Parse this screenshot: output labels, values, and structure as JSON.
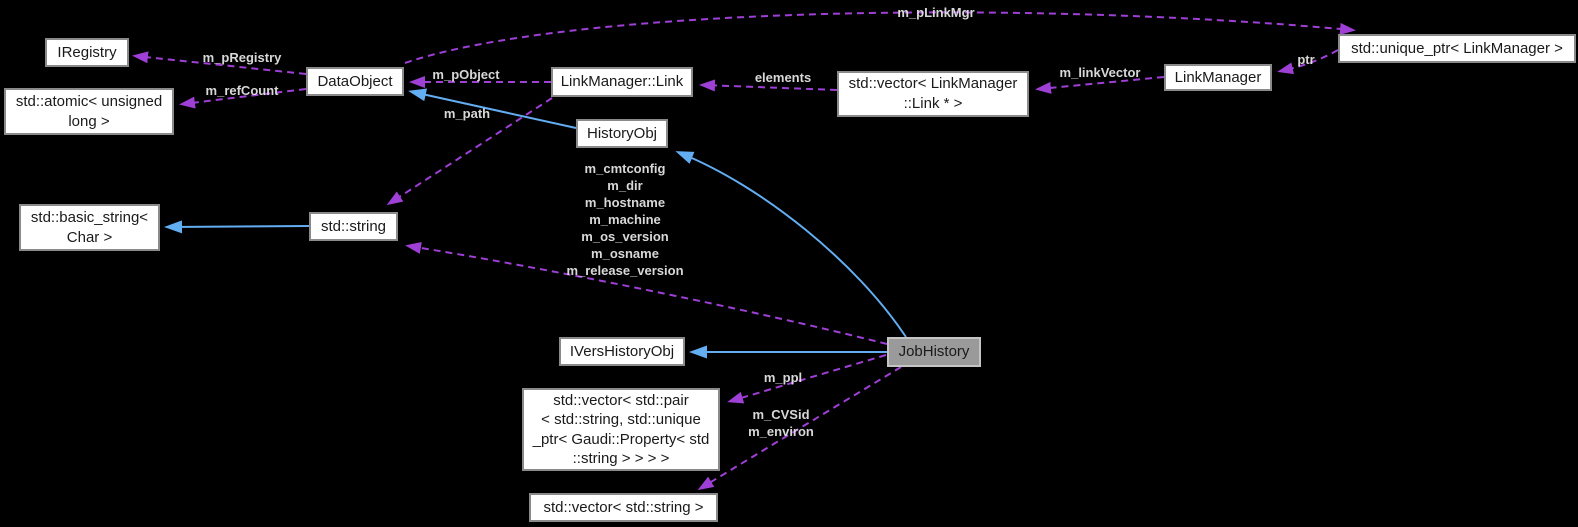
{
  "diagram": {
    "type": "collaboration-graph",
    "colors": {
      "background": "#000000",
      "member_edge": "#9e3fd6",
      "inheritance_edge": "#63aef2",
      "edge_label_text": "#d8d8d8",
      "node_fill": "#ffffff",
      "node_border": "#8a8a8a",
      "node_text": "#1a1a1a",
      "highlight_node_fill": "#9a9a9a",
      "highlight_node_border": "#c4c4c4"
    }
  },
  "nodes": {
    "iregistry": "IRegistry",
    "atomic": "std::atomic< unsigned\nlong >",
    "dataobject": "DataObject",
    "linkmanager_link": "LinkManager::Link",
    "vector_links": "std::vector< LinkManager\n::Link * >",
    "linkmanager": "LinkManager",
    "unique_ptr": "std::unique_ptr< LinkManager >",
    "historyobj": "HistoryObj",
    "basic_string": "std::basic_string<\nChar >",
    "string": "std::string",
    "ivershistoryobj": "IVersHistoryObj",
    "jobhistory": "JobHistory",
    "vector_pair": "std::vector< std::pair\n< std::string, std::unique\n_ptr< Gaudi::Property< std\n::string > > > >",
    "vector_string": "std::vector< std::string >"
  },
  "edge_labels": {
    "m_pRegistry": "m_pRegistry",
    "m_refCount": "m_refCount",
    "m_pObject": "m_pObject",
    "m_pLinkMgr": "m_pLinkMgr",
    "elements": "elements",
    "m_linkVector": "m_linkVector",
    "ptr": "ptr",
    "m_path": "m_path",
    "history_members": "m_cmtconfig\nm_dir\nm_hostname\nm_machine\nm_os_version\nm_osname\nm_release_version",
    "m_ppl": "m_ppl",
    "cvsid_environ": "m_CVSid\nm_environ"
  }
}
